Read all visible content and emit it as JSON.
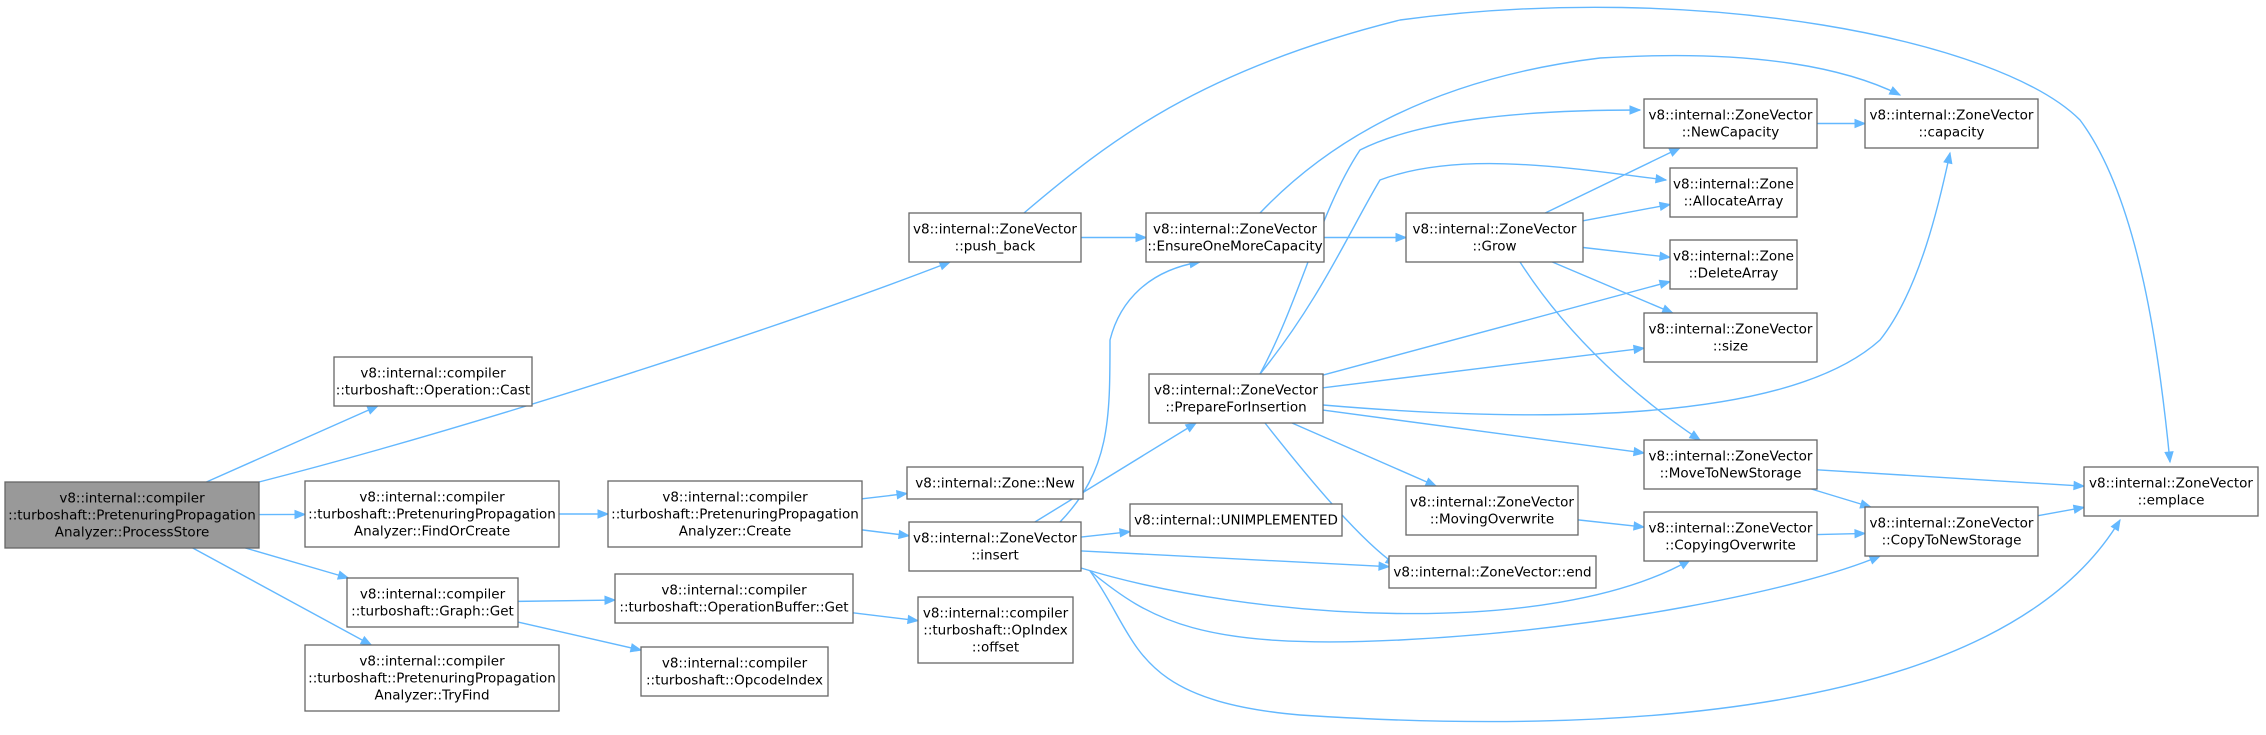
{
  "diagram": {
    "edge_color": "#63b8ff",
    "nodes": [
      {
        "id": "processstore",
        "root": true,
        "lines": [
          "v8::internal::compiler",
          "::turboshaft::PretenuringPropagation",
          "Analyzer::ProcessStore"
        ]
      },
      {
        "id": "cast",
        "lines": [
          "v8::internal::compiler",
          "::turboshaft::Operation::Cast"
        ]
      },
      {
        "id": "findorcreate",
        "lines": [
          "v8::internal::compiler",
          "::turboshaft::PretenuringPropagation",
          "Analyzer::FindOrCreate"
        ]
      },
      {
        "id": "graph_get",
        "lines": [
          "v8::internal::compiler",
          "::turboshaft::Graph::Get"
        ]
      },
      {
        "id": "tryfind",
        "lines": [
          "v8::internal::compiler",
          "::turboshaft::PretenuringPropagation",
          "Analyzer::TryFind"
        ]
      },
      {
        "id": "push_back",
        "lines": [
          "v8::internal::ZoneVector",
          "::push_back"
        ]
      },
      {
        "id": "create",
        "lines": [
          "v8::internal::compiler",
          "::turboshaft::PretenuringPropagation",
          "Analyzer::Create"
        ]
      },
      {
        "id": "opbuf_get",
        "lines": [
          "v8::internal::compiler",
          "::turboshaft::OperationBuffer::Get"
        ]
      },
      {
        "id": "opcodeindex",
        "lines": [
          "v8::internal::compiler",
          "::turboshaft::OpcodeIndex"
        ]
      },
      {
        "id": "zone_new",
        "lines": [
          "v8::internal::Zone::New"
        ]
      },
      {
        "id": "insert",
        "lines": [
          "v8::internal::ZoneVector",
          "::insert"
        ]
      },
      {
        "id": "offset",
        "lines": [
          "v8::internal::compiler",
          "::turboshaft::OpIndex",
          "::offset"
        ]
      },
      {
        "id": "ensure",
        "lines": [
          "v8::internal::ZoneVector",
          "::EnsureOneMoreCapacity"
        ]
      },
      {
        "id": "prepare",
        "lines": [
          "v8::internal::ZoneVector",
          "::PrepareForInsertion"
        ]
      },
      {
        "id": "unimpl",
        "lines": [
          "v8::internal::UNIMPLEMENTED"
        ]
      },
      {
        "id": "grow",
        "lines": [
          "v8::internal::ZoneVector",
          "::Grow"
        ]
      },
      {
        "id": "movingoverwrite",
        "lines": [
          "v8::internal::ZoneVector",
          "::MovingOverwrite"
        ]
      },
      {
        "id": "end",
        "lines": [
          "v8::internal::ZoneVector::end"
        ]
      },
      {
        "id": "newcapacity",
        "lines": [
          "v8::internal::ZoneVector",
          "::NewCapacity"
        ]
      },
      {
        "id": "allocatearray",
        "lines": [
          "v8::internal::Zone",
          "::AllocateArray"
        ]
      },
      {
        "id": "deletearray",
        "lines": [
          "v8::internal::Zone",
          "::DeleteArray"
        ]
      },
      {
        "id": "size",
        "lines": [
          "v8::internal::ZoneVector",
          "::size"
        ]
      },
      {
        "id": "movetonewstorage",
        "lines": [
          "v8::internal::ZoneVector",
          "::MoveToNewStorage"
        ]
      },
      {
        "id": "copyingoverwrite",
        "lines": [
          "v8::internal::ZoneVector",
          "::CopyingOverwrite"
        ]
      },
      {
        "id": "capacity",
        "lines": [
          "v8::internal::ZoneVector",
          "::capacity"
        ]
      },
      {
        "id": "copytonewstorage",
        "lines": [
          "v8::internal::ZoneVector",
          "::CopyToNewStorage"
        ]
      },
      {
        "id": "emplace",
        "lines": [
          "v8::internal::ZoneVector",
          "::emplace"
        ]
      }
    ],
    "edges": [
      {
        "from": "processstore",
        "to": "cast"
      },
      {
        "from": "processstore",
        "to": "push_back"
      },
      {
        "from": "processstore",
        "to": "findorcreate"
      },
      {
        "from": "processstore",
        "to": "graph_get"
      },
      {
        "from": "processstore",
        "to": "tryfind"
      },
      {
        "from": "findorcreate",
        "to": "create"
      },
      {
        "from": "create",
        "to": "zone_new"
      },
      {
        "from": "create",
        "to": "insert"
      },
      {
        "from": "graph_get",
        "to": "opbuf_get"
      },
      {
        "from": "graph_get",
        "to": "opcodeindex"
      },
      {
        "from": "opbuf_get",
        "to": "offset"
      },
      {
        "from": "push_back",
        "to": "ensure"
      },
      {
        "from": "push_back",
        "to": "emplace"
      },
      {
        "from": "ensure",
        "to": "grow"
      },
      {
        "from": "ensure",
        "to": "capacity"
      },
      {
        "from": "insert",
        "to": "ensure"
      },
      {
        "from": "insert",
        "to": "prepare"
      },
      {
        "from": "insert",
        "to": "unimpl"
      },
      {
        "from": "insert",
        "to": "end"
      },
      {
        "from": "insert",
        "to": "copyingoverwrite"
      },
      {
        "from": "insert",
        "to": "copytonewstorage"
      },
      {
        "from": "insert",
        "to": "emplace"
      },
      {
        "from": "prepare",
        "to": "newcapacity"
      },
      {
        "from": "prepare",
        "to": "allocatearray"
      },
      {
        "from": "prepare",
        "to": "deletearray"
      },
      {
        "from": "prepare",
        "to": "size"
      },
      {
        "from": "prepare",
        "to": "capacity"
      },
      {
        "from": "prepare",
        "to": "movetonewstorage"
      },
      {
        "from": "prepare",
        "to": "movingoverwrite"
      },
      {
        "from": "prepare",
        "to": "end"
      },
      {
        "from": "grow",
        "to": "newcapacity"
      },
      {
        "from": "grow",
        "to": "allocatearray"
      },
      {
        "from": "grow",
        "to": "deletearray"
      },
      {
        "from": "grow",
        "to": "size"
      },
      {
        "from": "grow",
        "to": "movetonewstorage"
      },
      {
        "from": "newcapacity",
        "to": "capacity"
      },
      {
        "from": "movingoverwrite",
        "to": "copyingoverwrite"
      },
      {
        "from": "copyingoverwrite",
        "to": "copytonewstorage"
      },
      {
        "from": "movetonewstorage",
        "to": "copytonewstorage"
      },
      {
        "from": "movetonewstorage",
        "to": "emplace"
      },
      {
        "from": "copytonewstorage",
        "to": "emplace"
      }
    ]
  }
}
